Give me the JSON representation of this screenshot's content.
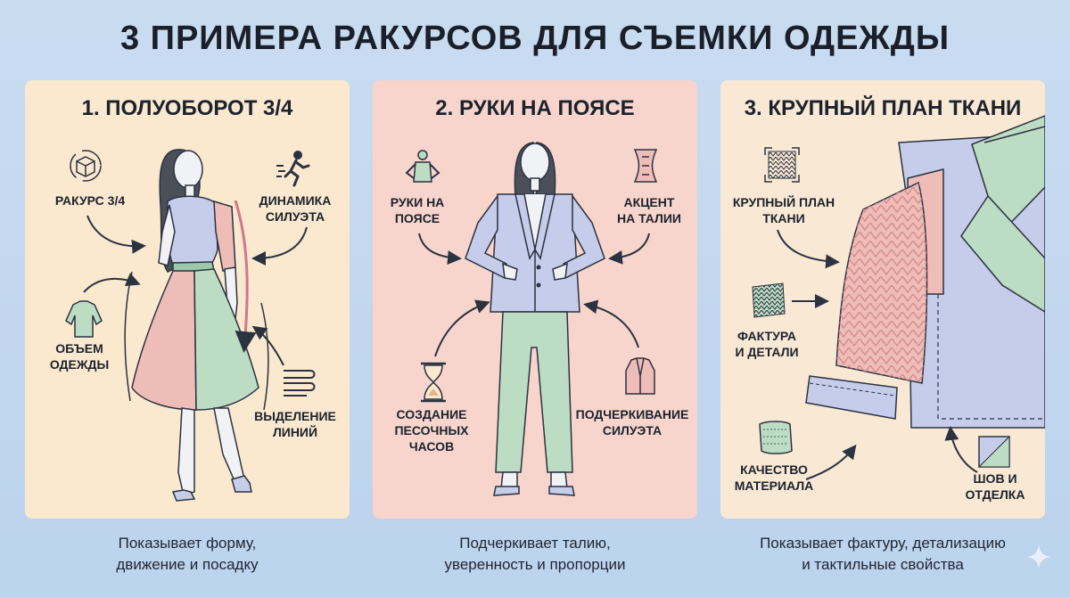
{
  "title": "3 ПРИМЕРА РАКУРСОВ ДЛЯ СЪЕМКИ ОДЕЖДЫ",
  "panels": [
    {
      "title": "1. ПОЛУОБОРОТ 3/4",
      "labels": {
        "angle": "РАКУРС 3/4",
        "dynamics_1": "ДИНАМИКА",
        "dynamics_2": "СИЛУЭТА",
        "volume_1": "ОБЪЕМ",
        "volume_2": "ОДЕЖДЫ",
        "lines_1": "ВЫДЕЛЕНИЕ",
        "lines_2": "ЛИНИЙ"
      },
      "caption_1": "Показывает форму,",
      "caption_2": "движение и посадку"
    },
    {
      "title": "2. РУКИ НА ПОЯСЕ",
      "labels": {
        "hands_1": "РУКИ НА",
        "hands_2": "ПОЯСЕ",
        "waist_1": "АКЦЕНТ",
        "waist_2": "НА ТАЛИИ",
        "hourglass_1": "СОЗДАНИЕ",
        "hourglass_2": "ПЕСОЧНЫХ",
        "hourglass_3": "ЧАСОВ",
        "silhouette_1": "ПОДЧЕРКИВАНИЕ",
        "silhouette_2": "СИЛУЭТА"
      },
      "caption_1": "Подчеркивает талию,",
      "caption_2": "уверенность и пропорции"
    },
    {
      "title": "3. КРУПНЫЙ ПЛАН ТКАНИ",
      "labels": {
        "closeup_1": "КРУПНЫЙ ПЛАН",
        "closeup_2": "ТКАНИ",
        "texture_1": "ФАКТУРА",
        "texture_2": "И ДЕТАЛИ",
        "quality_1": "КАЧЕСТВО",
        "quality_2": "МАТЕРИАЛА",
        "seam_1": "ШОВ И",
        "seam_2": "ОТДЕЛКА"
      },
      "caption_1": "Показывает фактуру, детализацию",
      "caption_2": "и тактильные свойства"
    }
  ],
  "colors": {
    "background": "#c9dcf0",
    "panel_1": "#fae8cf",
    "panel_2": "#f7d5cc",
    "panel_3": "#f8e8d4",
    "lavender": "#c6cdea",
    "pink": "#efbdb8",
    "mint": "#bcdcc4",
    "ink": "#2b3240"
  },
  "icons": [
    "cube-rotate-icon",
    "running-person-icon",
    "sweater-icon",
    "lines-icon",
    "hands-on-hips-icon",
    "corset-icon",
    "hourglass-icon",
    "jacket-icon",
    "knit-texture-icon",
    "fabric-swatch-icon",
    "seam-icon",
    "sparkle-icon"
  ]
}
